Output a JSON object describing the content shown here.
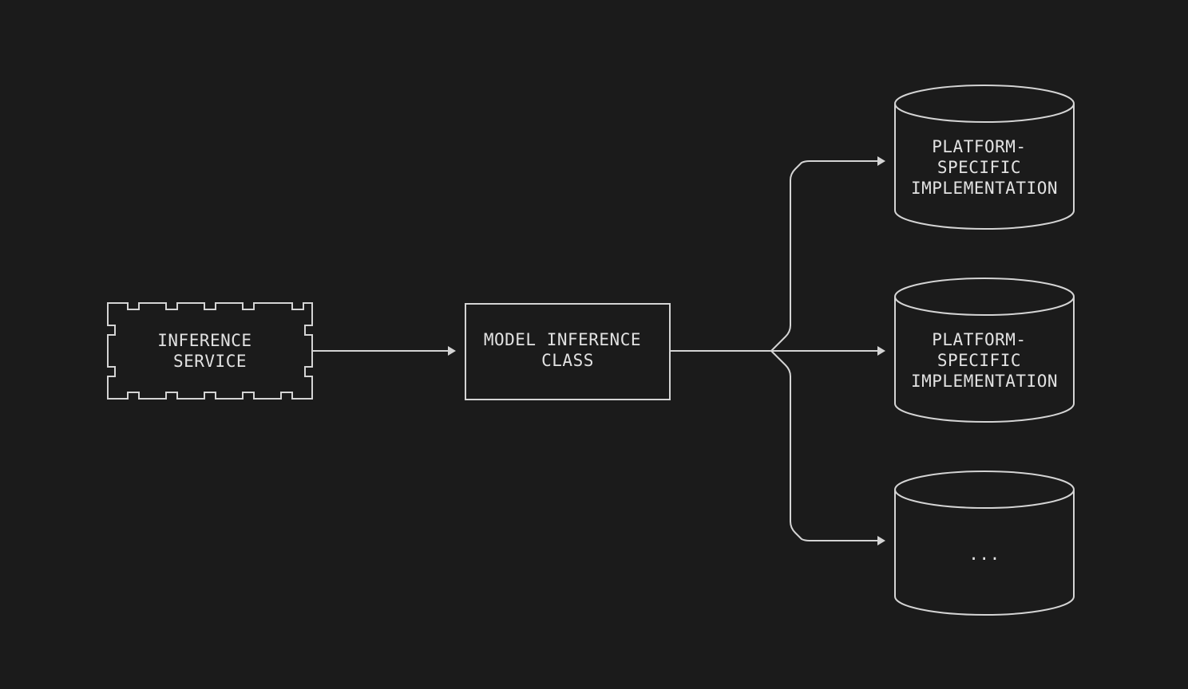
{
  "colors": {
    "background": "#1b1b1b",
    "line": "#d4d4d4",
    "text": "#e2e2e2"
  },
  "nodes": {
    "inference_service": {
      "shape": "crenellated-rectangle",
      "lines": [
        "INFERENCE",
        "SERVICE"
      ]
    },
    "model_inference_class": {
      "shape": "rectangle",
      "lines": [
        "MODEL INFERENCE",
        "CLASS"
      ]
    },
    "implementations": [
      {
        "shape": "cylinder",
        "lines": [
          "PLATFORM-",
          "SPECIFIC",
          "IMPLEMENTATION"
        ]
      },
      {
        "shape": "cylinder",
        "lines": [
          "PLATFORM-",
          "SPECIFIC",
          "IMPLEMENTATION"
        ]
      },
      {
        "shape": "cylinder",
        "lines": [
          "..."
        ]
      }
    ]
  },
  "edges": [
    {
      "from": "inference_service",
      "to": "model_inference_class"
    },
    {
      "from": "model_inference_class",
      "to": "implementations.0"
    },
    {
      "from": "model_inference_class",
      "to": "implementations.1"
    },
    {
      "from": "model_inference_class",
      "to": "implementations.2"
    }
  ]
}
